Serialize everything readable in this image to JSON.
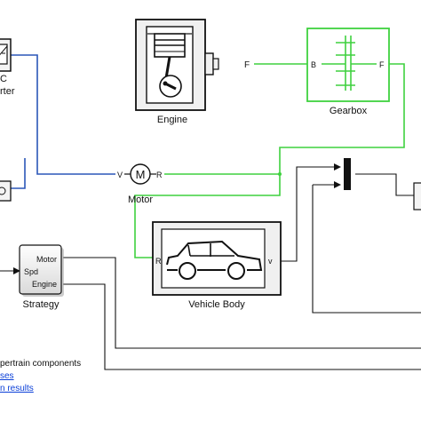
{
  "blocks": {
    "dc_converter": {
      "text_line1": "C",
      "text_line2": "rter"
    },
    "engine": {
      "title": "Engine",
      "port_out": "F"
    },
    "gearbox": {
      "title": "Gearbox",
      "port_in": "B",
      "port_out": "F"
    },
    "motor": {
      "title": "Motor",
      "port_v": "V",
      "port_r": "R"
    },
    "vehicle_body": {
      "title": "Vehicle Body",
      "port_r": "R",
      "port_v": "v"
    },
    "strategy": {
      "title": "Strategy",
      "port_motor": "Motor",
      "port_spd": "Spd",
      "port_engine": "Engine"
    }
  },
  "footer": {
    "line1": "pertrain components",
    "link1": "ses",
    "link2": "n results"
  },
  "colors": {
    "blue_wire": "#2b56b8",
    "green_wire": "#3fd13f",
    "black_wire": "#111111",
    "block_fill": "#f4f4f4",
    "link": "#0a3fd8"
  }
}
